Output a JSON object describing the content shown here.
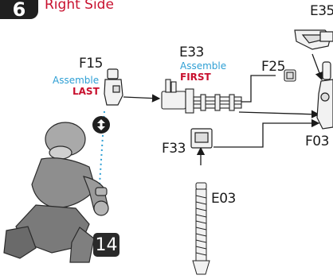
{
  "header": {
    "corner_number": "6",
    "side_title": "Right Side"
  },
  "step_number": "14",
  "labels": {
    "E35": "E35",
    "E33": "E33",
    "E33_note": "Assemble",
    "E33_order": "FIRST",
    "F15": "F15",
    "F15_note": "Assemble",
    "F15_order": "LAST",
    "F25": "F25",
    "F33": "F33",
    "F03": "F03",
    "E03": "E03"
  },
  "colors": {
    "accent_blue": "#2e9fd4",
    "accent_red": "#c8102e",
    "ink": "#1a1a1a",
    "part_fill": "#f2f2f2"
  }
}
